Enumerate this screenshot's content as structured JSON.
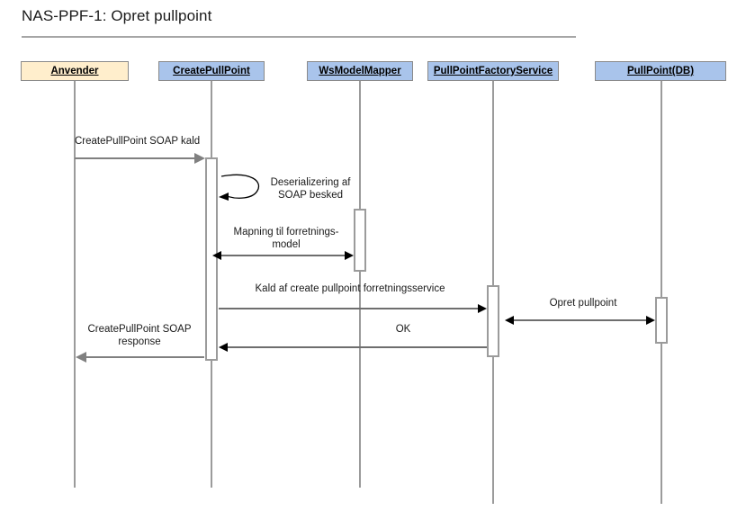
{
  "diagram": {
    "title": "NAS-PPF-1: Opret pullpoint",
    "type": "uml-sequence-diagram",
    "colors": {
      "actor_fill": "#ffeecc",
      "system_fill": "#a9c4eb",
      "box_border": "#8a8a8a",
      "lifeline": "#9b9b9b",
      "activation_border": "#9b9b9b",
      "message_gray": "#808080",
      "message_black": "#000000",
      "title_rule": "#a6a6a6",
      "background": "#ffffff"
    }
  },
  "participants": [
    {
      "id": "anvender",
      "label": "Anvender",
      "kind": "actor"
    },
    {
      "id": "createpp",
      "label": "CreatePullPoint",
      "kind": "system"
    },
    {
      "id": "wsmapper",
      "label": "WsModelMapper",
      "kind": "system"
    },
    {
      "id": "ppfactory",
      "label": "PullPointFactoryService",
      "kind": "system"
    },
    {
      "id": "ppdb",
      "label": "PullPoint(DB)",
      "kind": "system"
    }
  ],
  "messages": [
    {
      "id": "m1",
      "label": "CreatePullPoint SOAP kald",
      "from": "anvender",
      "to": "createpp",
      "direction": "right",
      "style": "gray-solid-head"
    },
    {
      "id": "m2",
      "label": "Deserializering af\nSOAP besked",
      "from": "createpp",
      "to": "createpp",
      "direction": "self",
      "style": "black-thin-head"
    },
    {
      "id": "m3",
      "label": "Mapning til forretnings-\nmodel",
      "from": "createpp",
      "to": "wsmapper",
      "direction": "both",
      "style": "black-thin-head"
    },
    {
      "id": "m4",
      "label": "Kald af create pullpoint forretningsservice",
      "from": "createpp",
      "to": "ppfactory",
      "direction": "right",
      "style": "black-thin-head"
    },
    {
      "id": "m5",
      "label": "Opret pullpoint",
      "from": "ppfactory",
      "to": "ppdb",
      "direction": "both",
      "style": "black-thin-head"
    },
    {
      "id": "m6",
      "label": "OK",
      "from": "ppfactory",
      "to": "createpp",
      "direction": "left",
      "style": "black-thin-head"
    },
    {
      "id": "m7",
      "label": "CreatePullPoint SOAP\nresponse",
      "from": "createpp",
      "to": "anvender",
      "direction": "left",
      "style": "gray-solid-head"
    }
  ]
}
